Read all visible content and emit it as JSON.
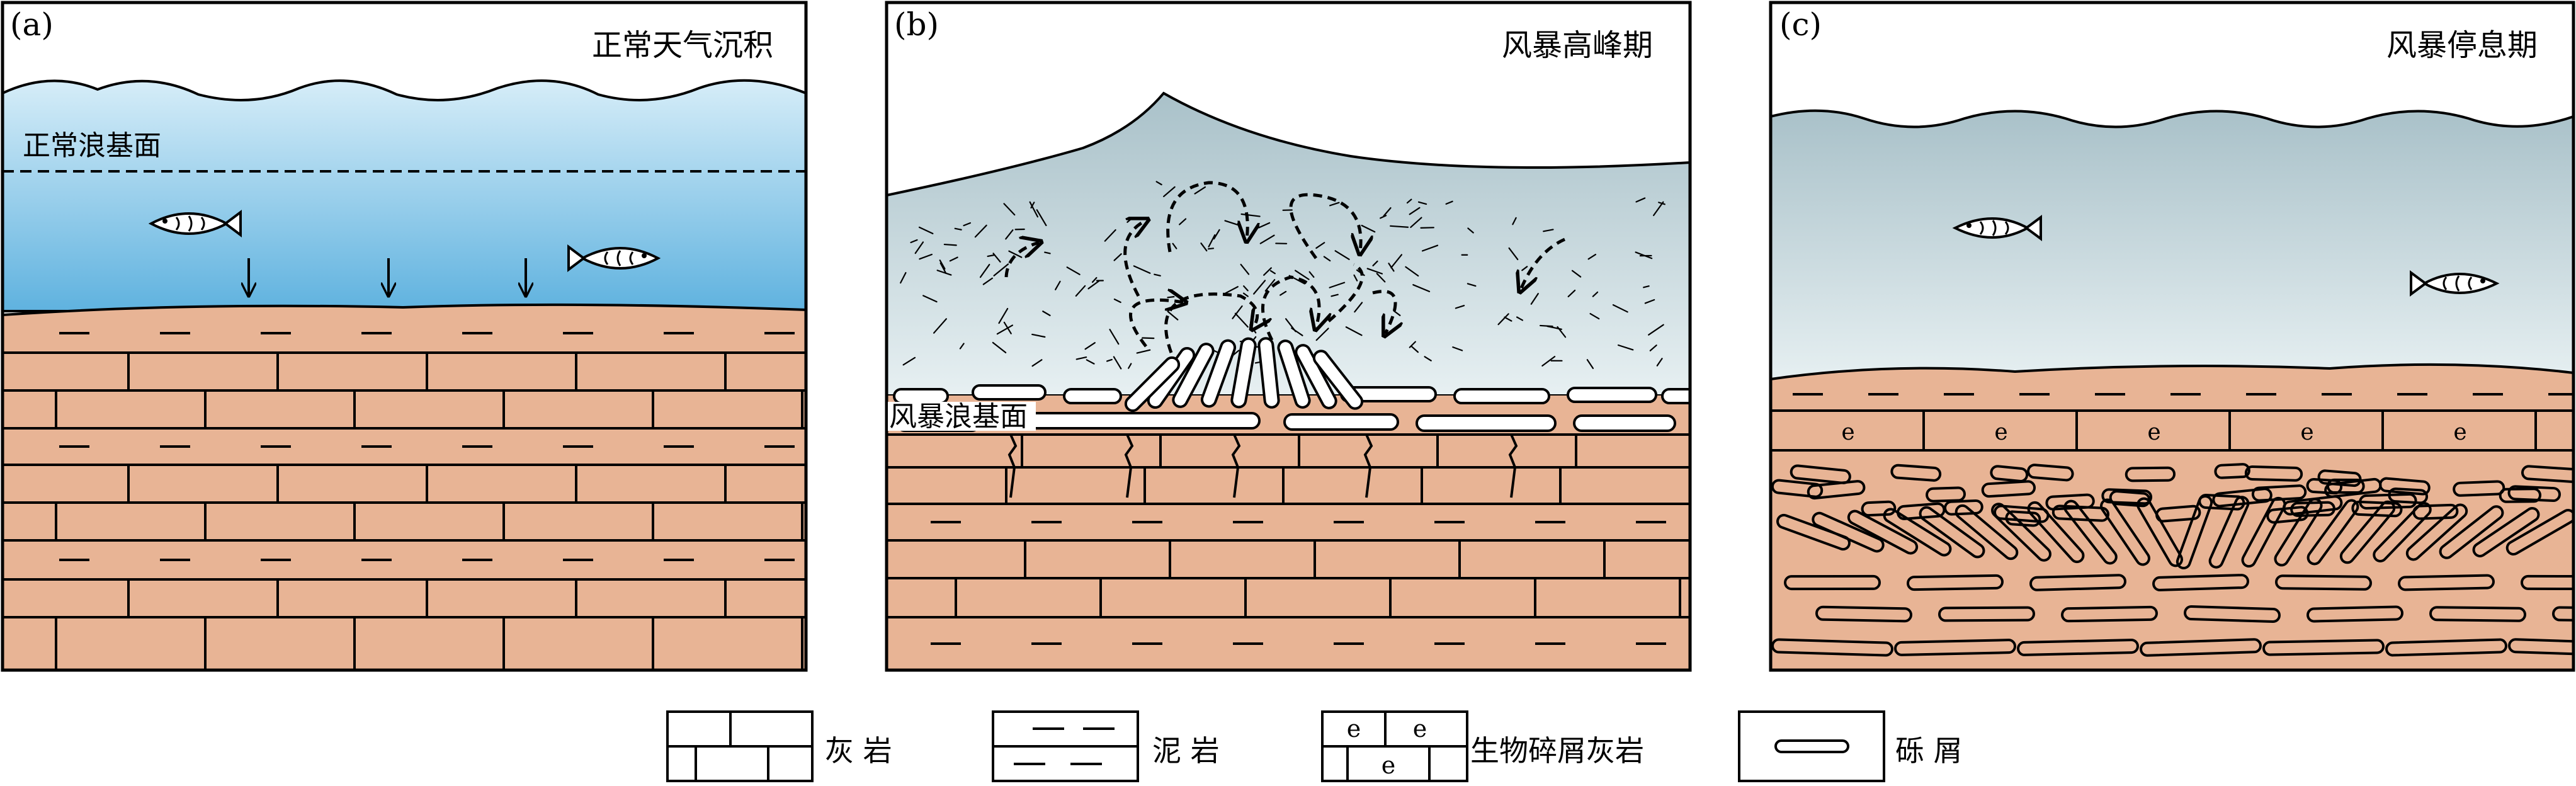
{
  "panels": [
    {
      "letter": "(a)",
      "title": "正常天气沉积",
      "baseline_label": "正常浪基面"
    },
    {
      "letter": "(b)",
      "title": "风暴高峰期",
      "baseline_label": "风暴浪基面"
    },
    {
      "letter": "(c)",
      "title": "风暴停息期",
      "fossil_mark": "e"
    }
  ],
  "legend": [
    {
      "label": "灰 岩",
      "symbol": "limestone-icon"
    },
    {
      "label": "泥 岩",
      "symbol": "mudstone-icon"
    },
    {
      "label": "生物碎屑灰岩",
      "symbol": "bioclastic-limestone-icon",
      "mark": "e"
    },
    {
      "label": "砾 屑",
      "symbol": "gravel-clast-icon"
    }
  ],
  "colors": {
    "rock": "#E8B495",
    "water_top": "#D6EDF8",
    "water_bottom": "#5FB2DF",
    "storm_top": "#A9C1C9",
    "storm_bottom": "#E7F0F2"
  }
}
